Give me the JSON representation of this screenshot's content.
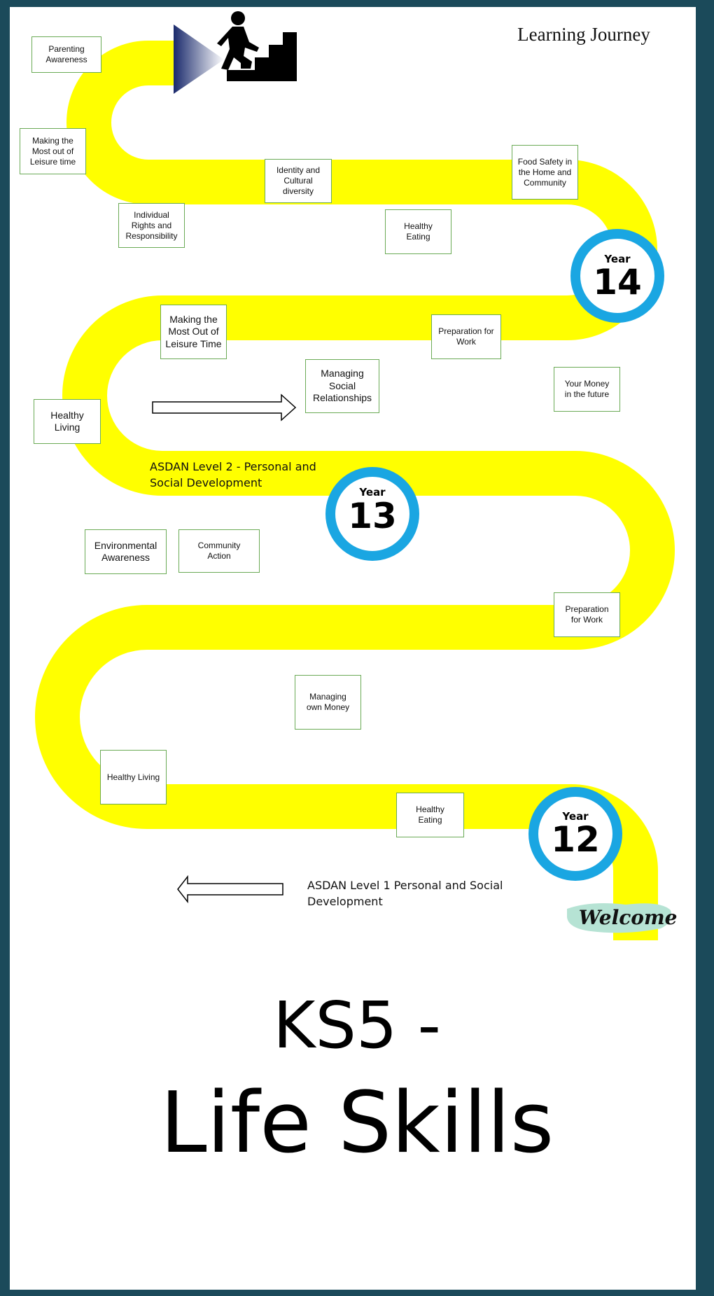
{
  "title": "Learning Journey",
  "colors": {
    "road": "#ffff00",
    "year_ring": "#1aa6e2",
    "box_border": "#6aaa55",
    "frame": "#1b4a5a",
    "flag_blue": "#1a2a6c"
  },
  "icons": [
    "climbing-stairs-icon",
    "blue-flag-icon",
    "welcome-banner-icon",
    "right-arrow-icon",
    "left-arrow-icon"
  ],
  "years": [
    {
      "label": "Year",
      "number": "14"
    },
    {
      "label": "Year",
      "number": "13"
    },
    {
      "label": "Year",
      "number": "12"
    }
  ],
  "topics": {
    "parenting_awareness": "Parenting\nAwareness",
    "making_most_leisure_1": "Making the\nMost out of\nLeisure time",
    "individual_rights": "Individual\nRights and\nResponsibility",
    "identity_diversity": "Identity and\nCultural\ndiversity",
    "healthy_eating_1": "Healthy\nEating",
    "food_safety": "Food Safety in\nthe Home and\nCommunity",
    "making_most_leisure_2": "Making the\nMost Out of\nLeisure Time",
    "preparation_work_1": "Preparation for\nWork",
    "your_money_future": "Your Money\nin the future",
    "managing_social": "Managing\nSocial\nRelationships",
    "healthy_living_1": "Healthy\nLiving",
    "environmental_awareness": "Environmental\nAwareness",
    "community_action": "Community\nAction",
    "preparation_work_2": "Preparation\nfor Work",
    "managing_money": "Managing\nown Money",
    "healthy_living_2": "Healthy Living",
    "healthy_eating_2": "Healthy\nEating"
  },
  "courses": {
    "level2": "ASDAN Level 2 - Personal and\nSocial Development",
    "level1": "ASDAN Level 1 Personal and Social\nDevelopment"
  },
  "welcome": "Welcome",
  "ks5": "KS5 -",
  "life_skills": "Life Skills"
}
